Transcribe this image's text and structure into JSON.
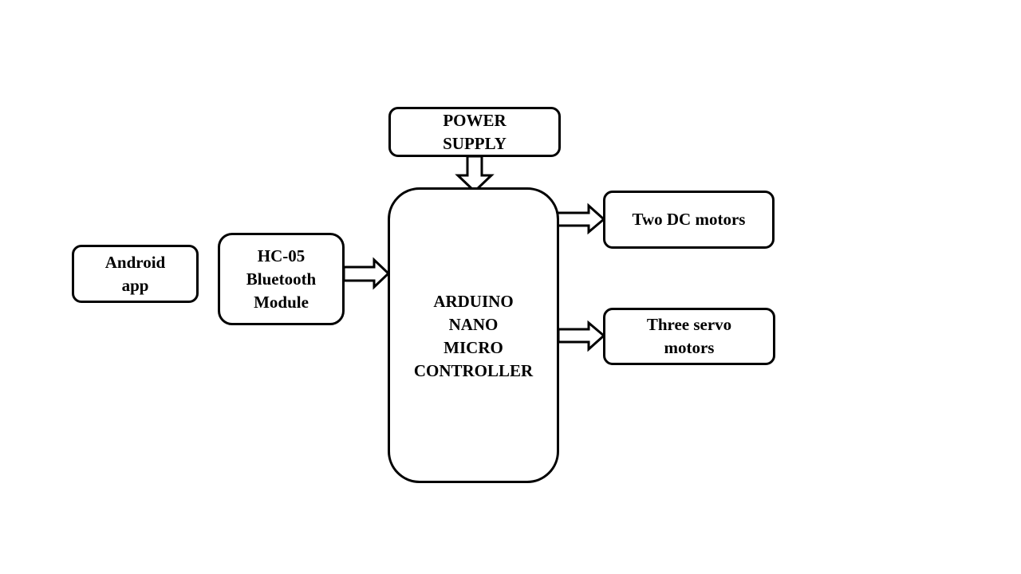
{
  "diagram": {
    "type": "block-diagram",
    "blocks": {
      "power_supply": {
        "lines": [
          "POWER",
          "SUPPLY"
        ]
      },
      "android_app": {
        "lines": [
          "Android",
          "app"
        ]
      },
      "hc05": {
        "lines": [
          "HC-05",
          "Bluetooth",
          "Module"
        ]
      },
      "arduino": {
        "lines": [
          "ARDUINO",
          "NANO",
          "MICRO",
          "CONTROLLER"
        ]
      },
      "dc_motors": {
        "lines": [
          "Two DC motors"
        ]
      },
      "servo_motors": {
        "lines": [
          "Three servo",
          "motors"
        ]
      }
    },
    "connections": [
      {
        "from": "power_supply",
        "to": "arduino",
        "style": "hollow-block-arrow"
      },
      {
        "from": "hc05",
        "to": "arduino",
        "style": "hollow-block-arrow"
      },
      {
        "from": "arduino",
        "to": "dc_motors",
        "style": "hollow-block-arrow"
      },
      {
        "from": "arduino",
        "to": "servo_motors",
        "style": "hollow-block-arrow"
      }
    ],
    "colors": {
      "stroke": "#000000",
      "fill": "#ffffff",
      "background": "#ffffff"
    }
  }
}
